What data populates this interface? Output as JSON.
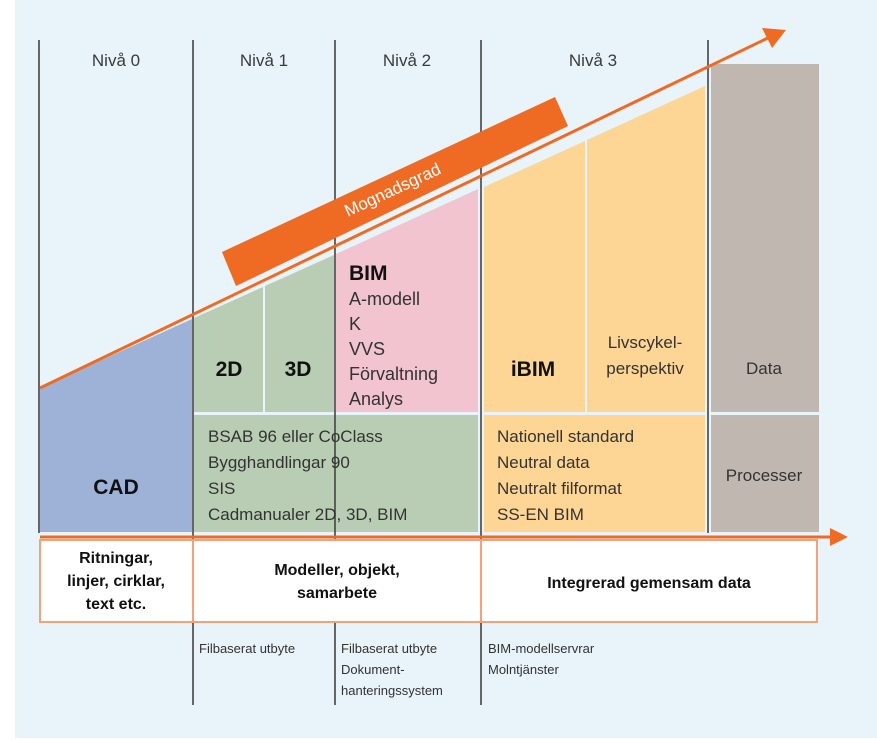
{
  "levels": [
    "Nivå 0",
    "Nivå 1",
    "Nivå 2",
    "Nivå 3"
  ],
  "arrow_label": "Mognadsgrad",
  "cad_label": "CAD",
  "d2_label": "2D",
  "d3_label": "3D",
  "bim": {
    "title": "BIM",
    "items": [
      "A-modell",
      "K",
      "VVS",
      "Förvaltning",
      "Analys"
    ]
  },
  "ibim_label": "iBIM",
  "livscykel": [
    "Livscykel-",
    "perspektiv"
  ],
  "data_label": "Data",
  "processer_label": "Processer",
  "standards_left": [
    "BSAB 96 eller CoClass",
    "Bygghandlingar 90",
    "SIS",
    "Cadmanualer 2D, 3D, BIM"
  ],
  "standards_right": [
    "Nationell standard",
    "Neutral data",
    "Neutralt filformat",
    "SS-EN BIM"
  ],
  "bottom": {
    "col0": [
      "Ritningar,",
      "linjer, cirklar,",
      "text etc."
    ],
    "col1": [
      "Modeller, objekt,",
      "samarbete"
    ],
    "col2": [
      "Integrerad gemensam data"
    ]
  },
  "exchange": {
    "col1": [
      "Filbaserat utbyte"
    ],
    "col2": [
      "Filbaserat utbyte",
      "Dokument-",
      "hanteringssystem"
    ],
    "col3": [
      "BIM-modellservrar",
      "Molntjänster"
    ]
  },
  "colors": {
    "orange": "#ef6b24",
    "cad": "#9db2d6",
    "green": "#b8cdb3",
    "pink": "#f2c4cf",
    "yellow": "#fdd594",
    "gray": "#c0b7b1",
    "background": "#e8f3fa"
  }
}
